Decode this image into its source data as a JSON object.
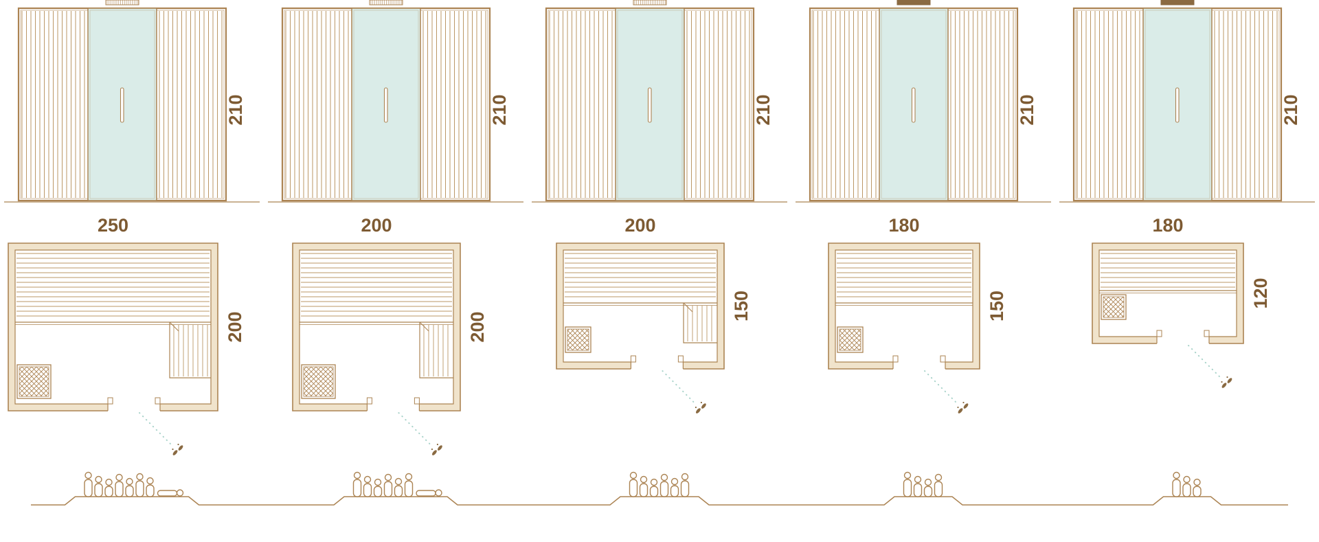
{
  "diagram": {
    "kind": "sauna-cabin-size-range",
    "views": [
      "front-elevation",
      "floor-plan",
      "capacity-figures"
    ]
  },
  "colors": {
    "line": "#ab8352",
    "line_light": "#bb9766",
    "line_dark": "#8a6a42",
    "text": "#7d5a32",
    "glass": "#daece8",
    "wall_fill": "#f0e3cb",
    "swing": "#a9d3ca",
    "background": "#ffffff"
  },
  "models": [
    {
      "height_cm": "210",
      "width_cm": "250",
      "depth_cm": "200",
      "persons_standing": 7,
      "persons_lying": 1,
      "right_bench": true,
      "roof_strip": "hatched"
    },
    {
      "height_cm": "210",
      "width_cm": "200",
      "depth_cm": "200",
      "persons_standing": 6,
      "persons_lying": 1,
      "right_bench": true,
      "roof_strip": "hatched"
    },
    {
      "height_cm": "210",
      "width_cm": "200",
      "depth_cm": "150",
      "persons_standing": 6,
      "persons_lying": 0,
      "right_bench": true,
      "roof_strip": "hatched"
    },
    {
      "height_cm": "210",
      "width_cm": "180",
      "depth_cm": "150",
      "persons_standing": 4,
      "persons_lying": 0,
      "right_bench": false,
      "roof_strip": "dark"
    },
    {
      "height_cm": "210",
      "width_cm": "180",
      "depth_cm": "120",
      "persons_standing": 3,
      "persons_lying": 0,
      "right_bench": false,
      "roof_strip": "dark"
    }
  ]
}
